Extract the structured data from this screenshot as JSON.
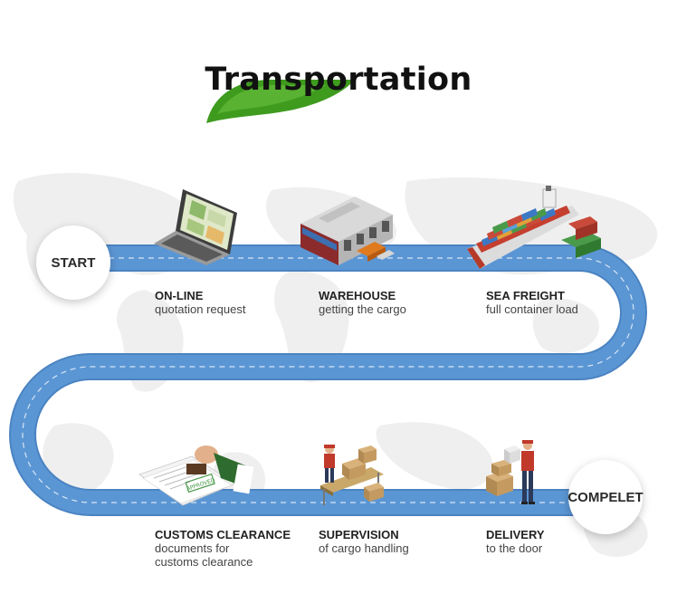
{
  "page": {
    "title": "Transportation"
  },
  "colors": {
    "road": "#5b96d4",
    "road_edge": "#4a83c2",
    "road_line": "#ffffff",
    "leaf_green": "#3e9b1e",
    "map_gray": "#ececec"
  },
  "endpoints": {
    "start_label": "START",
    "end_label": "COMPELET"
  },
  "steps": [
    {
      "id": "online",
      "title": "ON-LINE",
      "description": "quotation request",
      "icon": "laptop-icon"
    },
    {
      "id": "warehouse",
      "title": "WAREHOUSE",
      "description": "getting the cargo",
      "icon": "warehouse-icon"
    },
    {
      "id": "sea-freight",
      "title": "SEA FREIGHT",
      "description": "full container load",
      "icon": "cargo-ship-icon"
    },
    {
      "id": "customs",
      "title": "CUSTOMS CLEARANCE",
      "description": "documents for\ncustoms clearance",
      "icon": "stamp-document-icon"
    },
    {
      "id": "supervision",
      "title": "SUPERVISION",
      "description": "of cargo handling",
      "icon": "conveyor-worker-icon"
    },
    {
      "id": "delivery",
      "title": "DELIVERY",
      "description": "to the door",
      "icon": "delivery-worker-icon"
    }
  ],
  "stamp_text": "APPROVED"
}
